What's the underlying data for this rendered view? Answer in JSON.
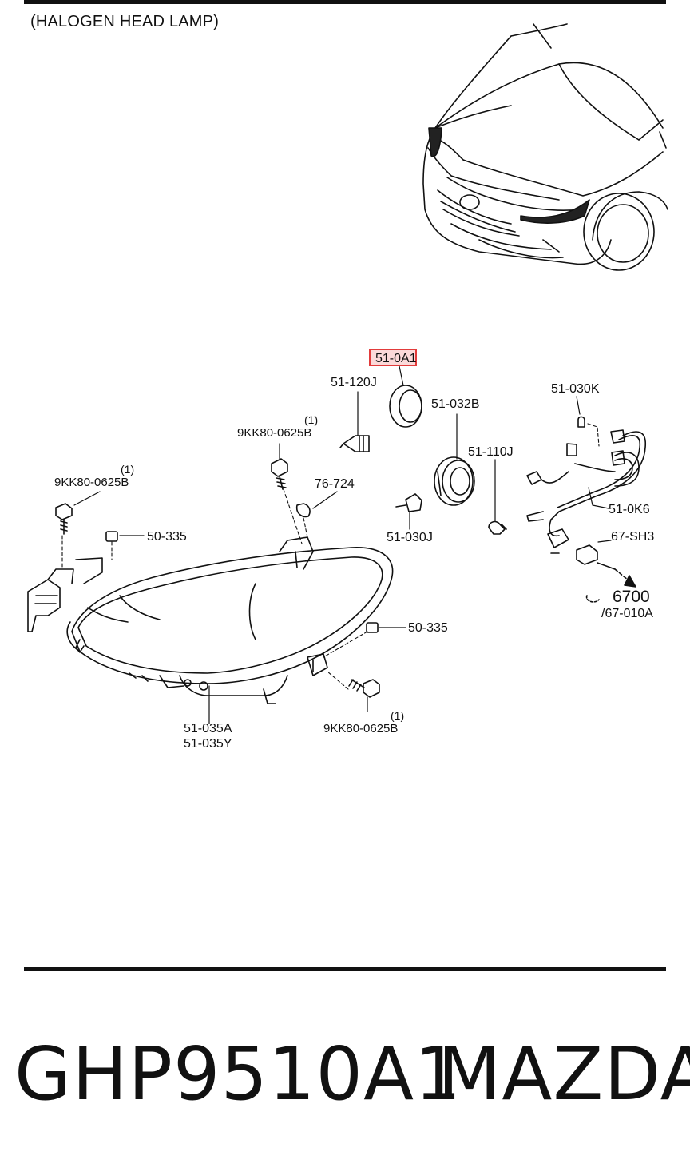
{
  "diagram": {
    "title": "(HALOGEN HEAD LAMP)",
    "labels": {
      "p51_0A1": "51-0A1",
      "p51_120J": "51-120J",
      "p51_032B": "51-032B",
      "p51_030K": "51-030K",
      "p51_110J": "51-110J",
      "p51_0K6": "51-0K6",
      "p67_SH3": "67-SH3",
      "p6700": "6700",
      "p67_010A": "/67-010A",
      "p51_030J": "51-030J",
      "p76_724": "76-724",
      "p50_335_top": "50-335",
      "p50_335_bottom": "50-335",
      "p9KK_mid": "9KK80-0625B",
      "p9KK_left": "9KK80-0625B",
      "p9KK_bottom": "9KK80-0625B",
      "p51_035A": "51-035A",
      "p51_035Y": "51-035Y"
    },
    "quantities": {
      "q_mid": "(1)",
      "q_left": "(1)",
      "q_bottom": "(1)"
    }
  },
  "footer": {
    "part_number": "GHP9510A1",
    "brand": "MAZDA"
  },
  "colors": {
    "highlight": "#e23b3b",
    "line": "#111111"
  }
}
